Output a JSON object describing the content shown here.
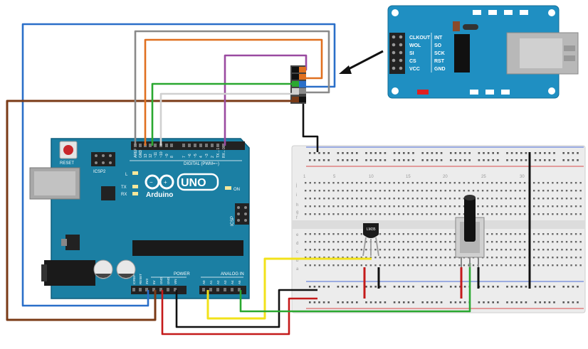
{
  "colors": {
    "board": "#1b7fa3",
    "board_dark": "#0f5f7d",
    "module": "#1f8fc2",
    "breadboard": "#e9e9e9",
    "wire_blue": "#2a6fc9",
    "wire_brown": "#7a3a16",
    "wire_gray": "#8a8a8a",
    "wire_orange": "#e07020",
    "wire_purple": "#9a4aa0",
    "wire_green": "#2aa830",
    "wire_white": "#d8d8d8",
    "wire_black": "#111111",
    "wire_yellow": "#f2e21a",
    "wire_red": "#c41a1a"
  },
  "arduino": {
    "reset_label": "RESET",
    "icsp2_label": "ICSP2",
    "l_label": "L",
    "tx_label": "TX",
    "rx_label": "RX",
    "logo_name": "Arduino",
    "model": "UNO",
    "on_label": "ON",
    "icsp_label": "ICSP",
    "digital_label": "DIGITAL (PWM=~)",
    "power_label": "POWER",
    "analog_label": "ANALOG IN",
    "top_pins": [
      "AREF",
      "GND",
      "13",
      "12",
      "~11",
      "~10",
      "~9",
      "8",
      "7",
      "~6",
      "~5",
      "4",
      "~3",
      "2",
      "TX→1",
      "RX←0"
    ],
    "power_pins": [
      "IOREF",
      "RESET",
      "3V3",
      "5V",
      "GND",
      "GND",
      "VIN"
    ],
    "analog_pins": [
      "A0",
      "A1",
      "A2",
      "A3",
      "A4",
      "A5"
    ]
  },
  "module": {
    "left_labels": [
      "CLKOUT",
      "WOL",
      "SI",
      "CS",
      "VCC"
    ],
    "right_labels": [
      "INT",
      "SO",
      "SCK",
      "RST",
      "GND"
    ]
  },
  "breadboard": {
    "row_letters_top": [
      "j",
      "i",
      "h",
      "g",
      "f"
    ],
    "row_letters_bottom": [
      "e",
      "d",
      "c",
      "b",
      "a"
    ],
    "column_numbers": [
      "1",
      "5",
      "10",
      "15",
      "20",
      "25",
      "30"
    ]
  },
  "sensor": {
    "label": "LM35"
  }
}
